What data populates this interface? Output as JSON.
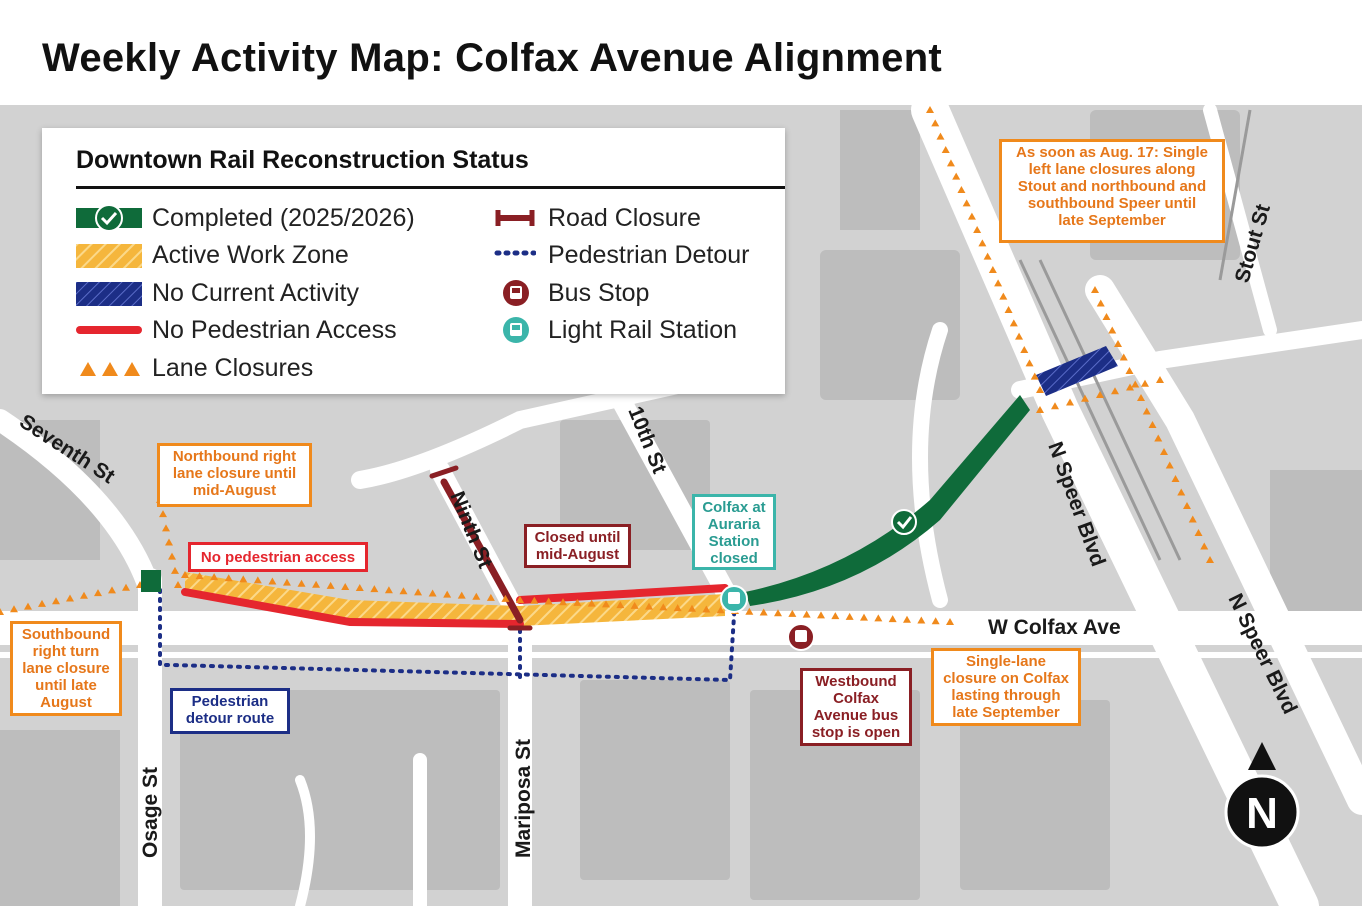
{
  "title": "Weekly Activity Map: Colfax Avenue Alignment",
  "legend": {
    "title": "Downtown Rail Reconstruction Status",
    "items": {
      "completed": "Completed (2025/2026)",
      "active": "Active Work Zone",
      "no_activity": "No Current Activity",
      "no_ped": "No Pedestrian Access",
      "lane_closures": "Lane Closures",
      "road_closure": "Road Closure",
      "ped_detour": "Pedestrian Detour",
      "bus_stop": "Bus Stop",
      "rail_station": "Light Rail Station"
    }
  },
  "streets": {
    "seventh": "Seventh St",
    "ninth": "Ninth St",
    "tenth": "10th St",
    "osage": "Osage St",
    "mariposa": "Mariposa St",
    "colfax": "W Colfax Ave",
    "speer1": "N Speer Blvd",
    "speer2": "N Speer Blvd",
    "stout": "Stout St"
  },
  "callouts": {
    "northbound": [
      "Northbound right",
      "lane closure until",
      "mid-August"
    ],
    "no_ped": "No pedestrian access",
    "closed": [
      "Closed until",
      "mid-August"
    ],
    "station": [
      "Colfax at",
      "Auraria",
      "Station",
      "closed"
    ],
    "southbound": [
      "Southbound",
      "right turn",
      "lane closure",
      "until late",
      "August"
    ],
    "ped_detour": [
      "Pedestrian",
      "detour route"
    ],
    "bus": [
      "Westbound",
      "Colfax",
      "Avenue bus",
      "stop is open"
    ],
    "single_lane": [
      "Single-lane",
      "closure on Colfax",
      "lasting through",
      "late September"
    ],
    "aug17": [
      "As soon as Aug. 17: Single",
      "left lane closures along",
      "Stout and northbound and",
      "southbound Speer until",
      "late September"
    ]
  },
  "north_label": "N",
  "colors": {
    "completed": "#0f6b3a",
    "active": "#f5b63c",
    "no_activity": "#1c2e86",
    "no_ped": "#e5262e",
    "lane": "#f08a1c",
    "road_closure": "#8a1f24",
    "teal": "#3bb5aa"
  }
}
